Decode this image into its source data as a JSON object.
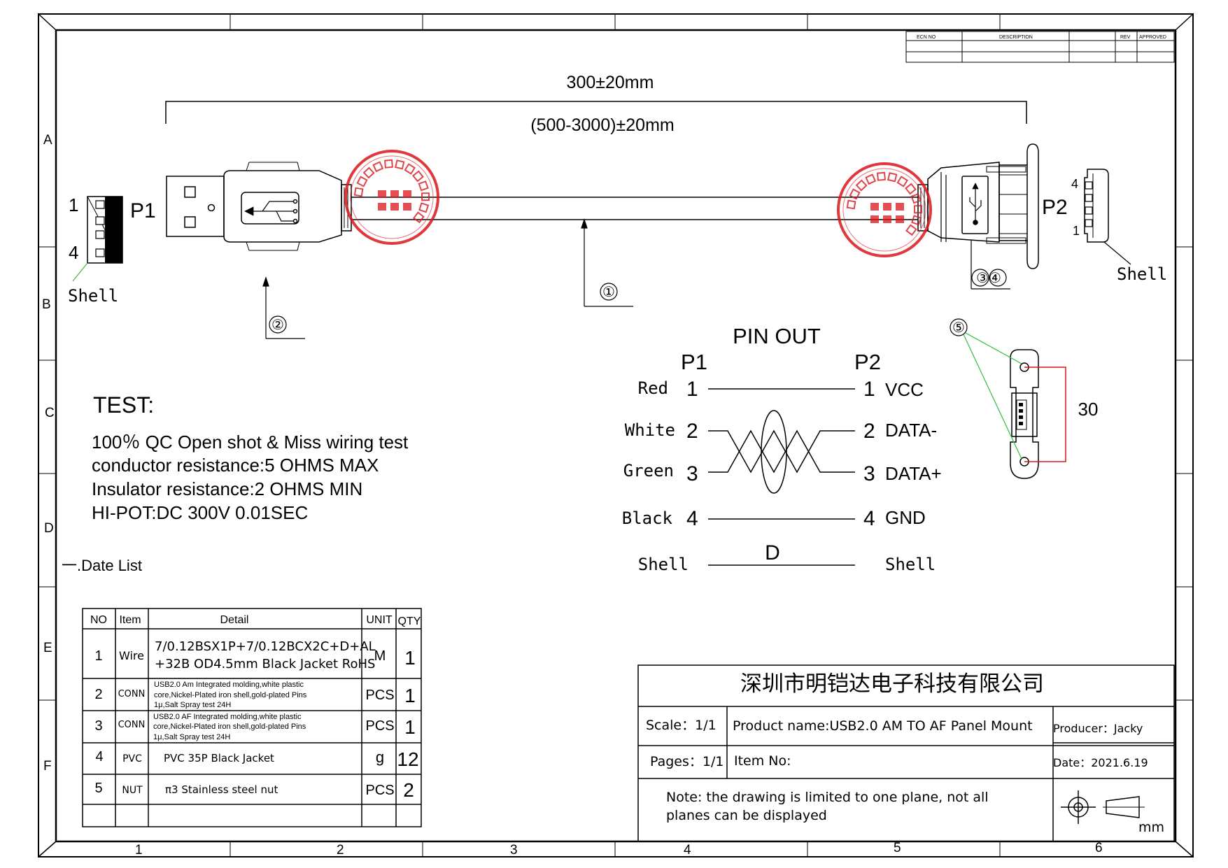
{
  "frame": {
    "row_letters": [
      "A",
      "B",
      "C",
      "D",
      "E",
      "F"
    ],
    "col_numbers": [
      "1",
      "2",
      "3",
      "4",
      "5",
      "6"
    ]
  },
  "revision_table": {
    "headers": [
      "ECN NO",
      "DESCRIPTION",
      "REV",
      "APPROVED"
    ]
  },
  "dimensions": {
    "length_top": "300±20mm",
    "length_alt": "(500-3000)±20mm"
  },
  "p1": {
    "label": "P1",
    "pin_first": "1",
    "pin_last": "4",
    "shell": "Shell"
  },
  "p2": {
    "label": "P2",
    "pin_top": "4",
    "pin_bottom": "1",
    "shell": "Shell"
  },
  "callouts": {
    "c1": "①",
    "c2": "②",
    "c34": "③④",
    "c5": "⑤"
  },
  "seal_color": "#d8161b",
  "panel": {
    "dimension": "30"
  },
  "pinout": {
    "title": "PIN OUT",
    "p1_header": "P1",
    "p2_header": "P2",
    "rows": [
      {
        "color": "Red",
        "p1": "1",
        "p2": "1",
        "signal": "VCC"
      },
      {
        "color": "White",
        "p1": "2",
        "p2": "2",
        "signal": "DATA-"
      },
      {
        "color": "Green",
        "p1": "3",
        "p2": "3",
        "signal": "DATA+"
      },
      {
        "color": "Black",
        "p1": "4",
        "p2": "4",
        "signal": "GND"
      }
    ],
    "shell_left": "Shell",
    "shell_right": "Shell",
    "drain_label": "D"
  },
  "test": {
    "title": "TEST:",
    "lines": [
      "100％ QC Open shot & Miss wiring test",
      "conductor resistance:5 OHMS MAX",
      "Insulator resistance:2 OHMS MIN",
      "HI-POT:DC 300V 0.01SEC"
    ]
  },
  "date_list": {
    "label": "一.Date List"
  },
  "bom": {
    "headers": [
      "NO",
      "Item",
      "Detail",
      "UNIT",
      "QTY"
    ],
    "rows": [
      {
        "no": "1",
        "item": "Wire",
        "detail": [
          "7/0.12BSX1P+7/0.12BCX2C+D+AL",
          "+32B OD4.5mm Black Jacket RoHS"
        ],
        "unit": "M",
        "qty": "1"
      },
      {
        "no": "2",
        "item": "CONN",
        "detail": [
          "USB2.0 Am Integrated molding,white plastic",
          "core,Nickel-Plated iron shell,gold-plated Pins",
          "1μ,Salt Spray test 24H"
        ],
        "unit": "PCS",
        "qty": "1"
      },
      {
        "no": "3",
        "item": "CONN",
        "detail": [
          "USB2.0 AF Integrated molding,white plastic",
          "core,Nickel-Plated iron shell,gold-plated Pins",
          "1μ,Salt Spray test 24H"
        ],
        "unit": "PCS",
        "qty": "1"
      },
      {
        "no": "4",
        "item": "PVC",
        "detail": [
          "PVC 35P Black Jacket"
        ],
        "unit": "g",
        "qty": "12"
      },
      {
        "no": "5",
        "item": "NUT",
        "detail": [
          "π3 Stainless steel nut"
        ],
        "unit": "PCS",
        "qty": "2"
      }
    ]
  },
  "title_block": {
    "company": "深圳市明铠达电子科技有限公司",
    "scale": "Scale：1/1",
    "product": "Product name:USB2.0 AM TO AF Panel Mount",
    "producer": "Producer：Jacky",
    "pages": "Pages：1/1",
    "item_no": "Item No:",
    "date": "Date：2021.6.19",
    "note": [
      "Note: the drawing is limited to one plane, not all",
      "planes can be displayed"
    ],
    "unit": "mm"
  }
}
